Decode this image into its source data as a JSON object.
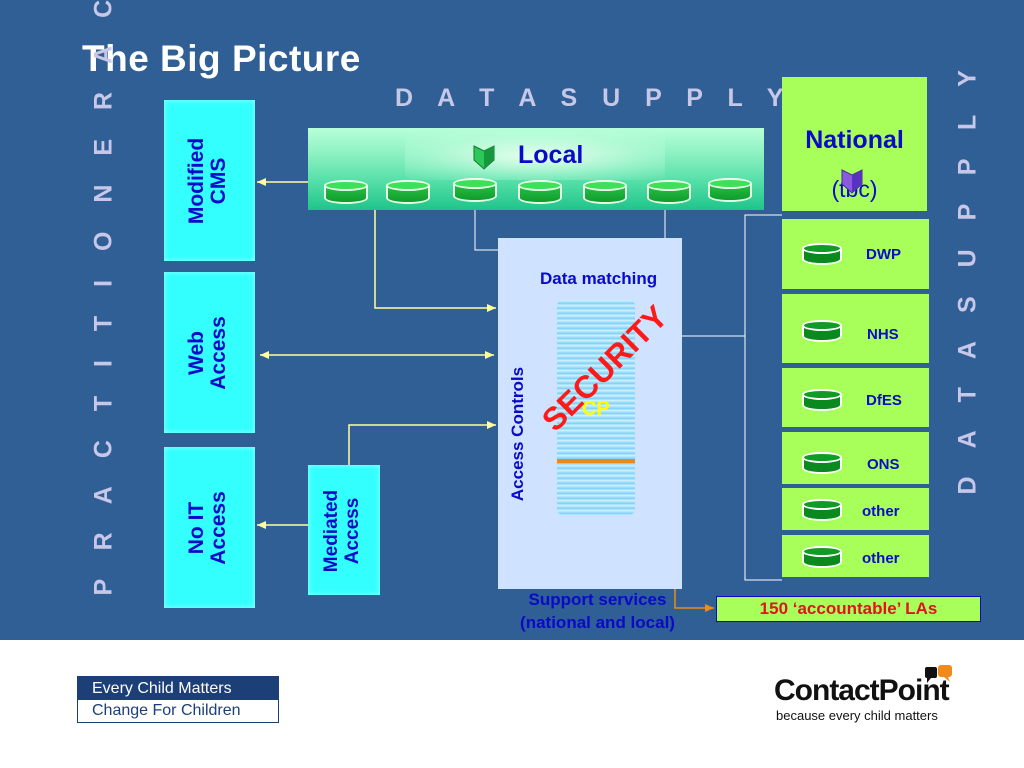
{
  "title": "The Big Picture",
  "labels": {
    "data_supply_top": "D A T A  S U P P L Y",
    "data_supply_right": "D A T A  S U P P L Y",
    "practitioner_access": "P R A C T I T I O N E R  A C C E S S"
  },
  "access_channels": {
    "modified_cms": "Modified\nCMS",
    "web_access": "Web\nAccess",
    "no_it_access": "No IT\nAccess",
    "mediated_access": "Mediated\nAccess"
  },
  "local": {
    "label": "Local"
  },
  "national": {
    "label": "National",
    "note": "(tbc)"
  },
  "sources": [
    "DWP",
    "NHS",
    "DfES",
    "ONS",
    "other",
    "other"
  ],
  "contactpoint": {
    "data_matching": "Data matching",
    "security": "SECURITY",
    "cp": "CP",
    "access_controls": "Access Controls"
  },
  "support_services": {
    "line1": "Support services",
    "line2": "(national and local)"
  },
  "las_box": "150 ‘accountable’ LAs",
  "footer": {
    "ecm_line1": "Every Child Matters",
    "ecm_line2": "Change For Children",
    "brand": "ContactPoint",
    "tagline": "because every child matters"
  },
  "colors": {
    "background": "#2f5f95",
    "access_box": "#33ffff",
    "national_box": "#a8ff5a",
    "text_blue": "#0a0ac8",
    "security_red": "#ff1a1a",
    "connector": "#ffffa0"
  }
}
